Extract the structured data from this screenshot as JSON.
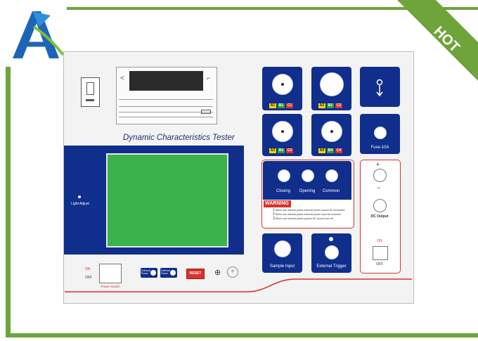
{
  "badge": {
    "hot": "HOT"
  },
  "panel": {
    "title": "Dynamic Characteristics Tester",
    "light_adjust": "Light Adjust",
    "power": {
      "on": "ON",
      "off": "OFF",
      "label": "Power Switch"
    },
    "ext_power_1": "External Power",
    "ext_power_2": "External Power",
    "reset": "RESET",
    "channels": [
      {
        "name": "A1",
        "b": "B1",
        "c": "C1"
      },
      {
        "name": "A2",
        "b": "B2",
        "c": "C2"
      },
      {
        "name": "A3",
        "b": "B3",
        "c": "C3"
      },
      {
        "name": "A4",
        "b": "B4",
        "c": "C4"
      }
    ],
    "fuse": "Fuse-10A",
    "buttons": {
      "closing": "Closing",
      "opening": "Opening",
      "common": "Common"
    },
    "warning": {
      "title": "WARNING",
      "lines": [
        "When use internal power,external power cannot be connected",
        "When use internal power,external power must be removed",
        "When use internal power,system DC source turn off"
      ]
    },
    "dc": {
      "plus": "+",
      "minus": "−",
      "label": "DC Output",
      "on": "ON",
      "off": "OFF"
    },
    "sample_input": "Sample Input",
    "external_trigger": "External Trigger"
  },
  "colors": {
    "green": "#6ea43a",
    "blue": "#102e8c",
    "screen": "#3bb24a",
    "red": "#d9322b"
  }
}
